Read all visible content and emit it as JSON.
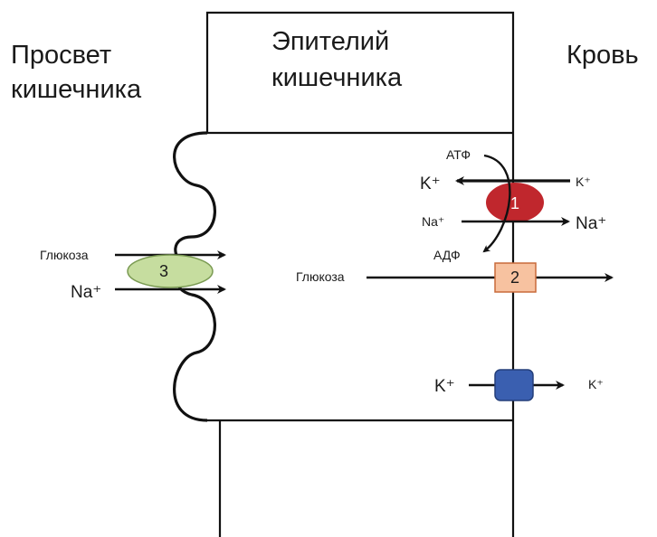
{
  "regions": {
    "lumen_line1": "Просвет",
    "lumen_line2": "кишечника",
    "epithelium_line1": "Эпителий",
    "epithelium_line2": "кишечника",
    "blood": "Кровь"
  },
  "pump": {
    "number": "1",
    "atp": "АТФ",
    "adp": "АДФ",
    "k_in": "K⁺",
    "k_out": "K⁺",
    "na_in": "Na⁺",
    "na_out": "Na⁺",
    "color": "#c0272d"
  },
  "glucose_transporter": {
    "number": "2",
    "glucose": "Глюкоза",
    "color": "#f7c2a0"
  },
  "symporter": {
    "number": "3",
    "glucose": "Глюкоза",
    "na": "Na⁺",
    "color": "#c6dd9f"
  },
  "k_channel": {
    "k_in": "K⁺",
    "k_out": "K⁺",
    "color": "#3a5fb0"
  }
}
